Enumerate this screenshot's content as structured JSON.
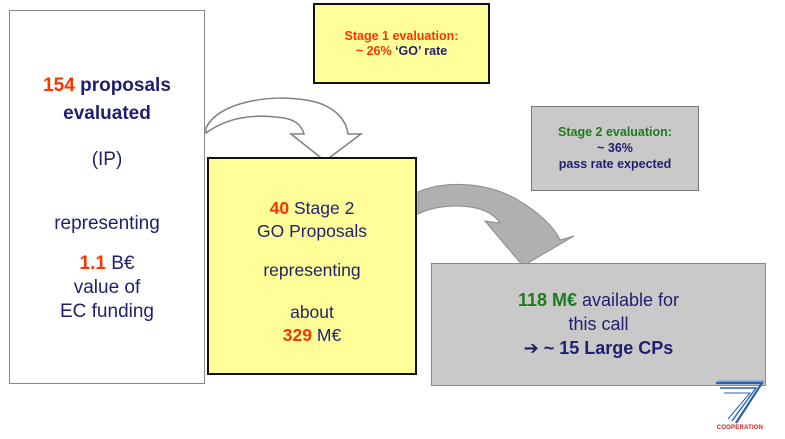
{
  "left_box": {
    "count": "154",
    "line1_rest": " proposals",
    "line2": "evaluated",
    "line3": "(IP)",
    "line4": "representing",
    "amount": "1.1",
    "amount_unit": " B€",
    "line6": "value of",
    "line7": "EC funding"
  },
  "stage1": {
    "line1": "Stage 1 evaluation:",
    "line2_prefix": "~ 26% ",
    "line2_go": "‘GO’",
    "line2_suffix": " rate"
  },
  "stage2": {
    "line1": "Stage 2 evaluation:",
    "line2": "~ 36%",
    "line3": "pass rate expected"
  },
  "middle_box": {
    "count": "40",
    "line1_rest": " Stage 2",
    "line2": "GO Proposals",
    "line3": "representing",
    "line4": "about",
    "amount": "329",
    "amount_unit": " M€"
  },
  "right_box": {
    "amount": "118 M€",
    "line1_rest": " available for",
    "line2": "this call",
    "arrow": "➔",
    "line3": " ~ 15 Large CPs"
  },
  "logo": {
    "number": "7",
    "label": "COOPERATION"
  },
  "colors": {
    "navy": "#1f1f6e",
    "red": "#ff3300",
    "green": "#1f7a1f",
    "yellow": "#ffff99",
    "grey": "#c9c9c9"
  }
}
